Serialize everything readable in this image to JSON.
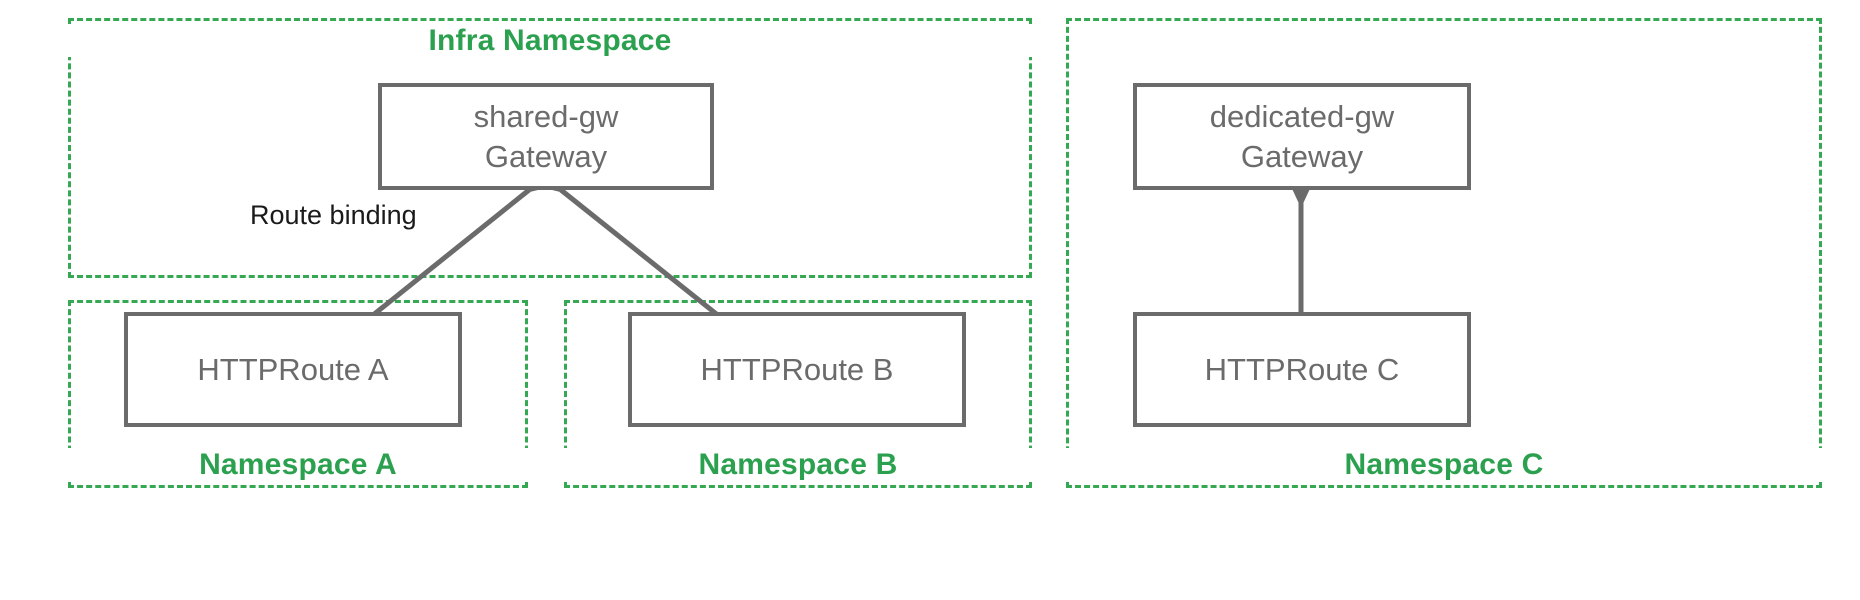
{
  "diagram": {
    "title_visible": false,
    "colors": {
      "namespace_border": "#34a853",
      "namespace_label": "#2ba14f",
      "resource_border": "#6b6b6b",
      "resource_text": "#6b6b6b",
      "edge": "#6b6b6b",
      "edge_label_text": "#1a1a1a",
      "background": "#ffffff"
    },
    "namespaces": [
      {
        "id": "infra",
        "label": "Infra Namespace",
        "label_position": "top"
      },
      {
        "id": "ns-a",
        "label": "Namespace A",
        "label_position": "bottom"
      },
      {
        "id": "ns-b",
        "label": "Namespace B",
        "label_position": "bottom"
      },
      {
        "id": "ns-c",
        "label": "Namespace C",
        "label_position": "bottom"
      }
    ],
    "resources": [
      {
        "id": "shared-gw",
        "line1": "shared-gw",
        "line2": "Gateway",
        "text": "shared-gw\nGateway",
        "kind": "Gateway",
        "namespace": "infra"
      },
      {
        "id": "dedicated-gw",
        "line1": "dedicated-gw",
        "line2": "Gateway",
        "text": "dedicated-gw\nGateway",
        "kind": "Gateway",
        "namespace": "ns-c"
      },
      {
        "id": "route-a",
        "line1": "HTTPRoute A",
        "line2": "",
        "text": "HTTPRoute A",
        "kind": "HTTPRoute",
        "namespace": "ns-a"
      },
      {
        "id": "route-b",
        "line1": "HTTPRoute B",
        "line2": "",
        "text": "HTTPRoute B",
        "kind": "HTTPRoute",
        "namespace": "ns-b"
      },
      {
        "id": "route-c",
        "line1": "HTTPRoute C",
        "line2": "",
        "text": "HTTPRoute C",
        "kind": "HTTPRoute",
        "namespace": "ns-c"
      }
    ],
    "edges": [
      {
        "id": "edge-a",
        "from": "route-a",
        "to": "shared-gw",
        "label": "Route binding",
        "arrow": "both"
      },
      {
        "id": "edge-b",
        "from": "route-b",
        "to": "shared-gw",
        "label": "",
        "arrow": "both"
      },
      {
        "id": "edge-c",
        "from": "route-c",
        "to": "dedicated-gw",
        "label": "",
        "arrow": "both"
      }
    ],
    "edge_labels": [
      {
        "id": "route-binding",
        "text": "Route binding"
      }
    ]
  }
}
